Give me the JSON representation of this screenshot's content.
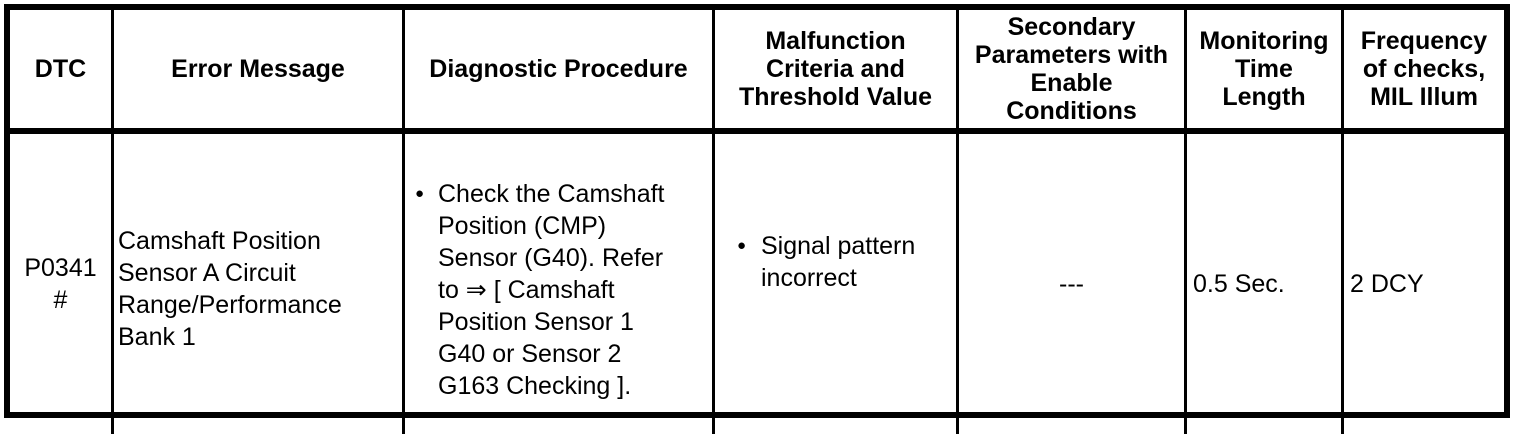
{
  "page": {
    "background": "#ffffff"
  },
  "table": {
    "border_color": "#000000",
    "text_color": "#000000",
    "bullet_glyph": "●",
    "columns": [
      {
        "id": "dtc",
        "label": "DTC"
      },
      {
        "id": "error_message",
        "label": "Error Message"
      },
      {
        "id": "diagnostic_procedure",
        "label": "Diagnostic Procedure"
      },
      {
        "id": "malfunction_criteria",
        "label": "Malfunction\nCriteria and\nThreshold Value"
      },
      {
        "id": "secondary_parameters",
        "label": "Secondary\nParameters with\nEnable\nConditions"
      },
      {
        "id": "monitoring_time_length",
        "label": "Monitoring\nTime\nLength"
      },
      {
        "id": "frequency_of_checks",
        "label": "Frequency\nof checks,\nMIL Illum"
      }
    ],
    "rows": [
      {
        "dtc": "P0341\n#",
        "error_message": "Camshaft Position\nSensor A Circuit\nRange/Performance\nBank 1",
        "diagnostic_procedure": "Check the Camshaft\nPosition (CMP)\nSensor (G40). Refer\nto ⇒ [ Camshaft\nPosition Sensor 1\nG40 or Sensor 2\nG163 Checking ].",
        "malfunction_criteria": "Signal pattern\nincorrect",
        "secondary_parameters": "---",
        "monitoring_time_length": "0.5 Sec.",
        "frequency_of_checks": "2 DCY"
      }
    ]
  }
}
